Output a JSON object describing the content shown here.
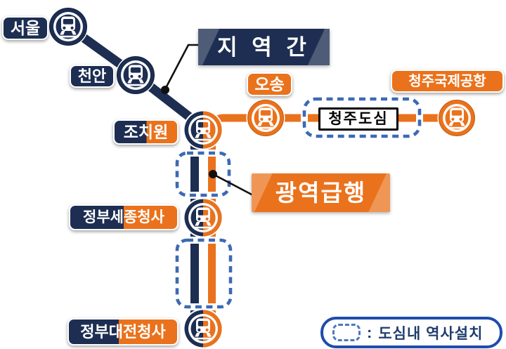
{
  "diagram": {
    "type": "rail-network-diagram",
    "language": "ko"
  },
  "colors": {
    "navy": "#1D2E52",
    "orange": "#EA721C",
    "dash_blue": "#3C6AB4",
    "legend_border": "#1E4CAC",
    "legend_text": "#1E3D6E"
  },
  "lines": [
    {
      "id": "intercity",
      "name": "지 역 간",
      "color": "#1D2E52"
    },
    {
      "id": "express",
      "name": "광역급행",
      "color": "#EA721C"
    }
  ],
  "stations": [
    {
      "id": "seoul",
      "name": "서울",
      "line": "intercity"
    },
    {
      "id": "cheonan",
      "name": "천안",
      "line": "intercity"
    },
    {
      "id": "jochiwon",
      "name": "조치원",
      "line": "both"
    },
    {
      "id": "osong",
      "name": "오송",
      "line": "express"
    },
    {
      "id": "cheongju-airport",
      "name": "청주국제공항",
      "line": "express"
    },
    {
      "id": "gov-sejong",
      "name": "정부세종청사",
      "line": "both"
    },
    {
      "id": "gov-daejeon",
      "name": "정부대전청사",
      "line": "both"
    }
  ],
  "area_label": {
    "name": "청주도심"
  },
  "legend": {
    "separator": ":",
    "label": "도심내 역사설치"
  }
}
